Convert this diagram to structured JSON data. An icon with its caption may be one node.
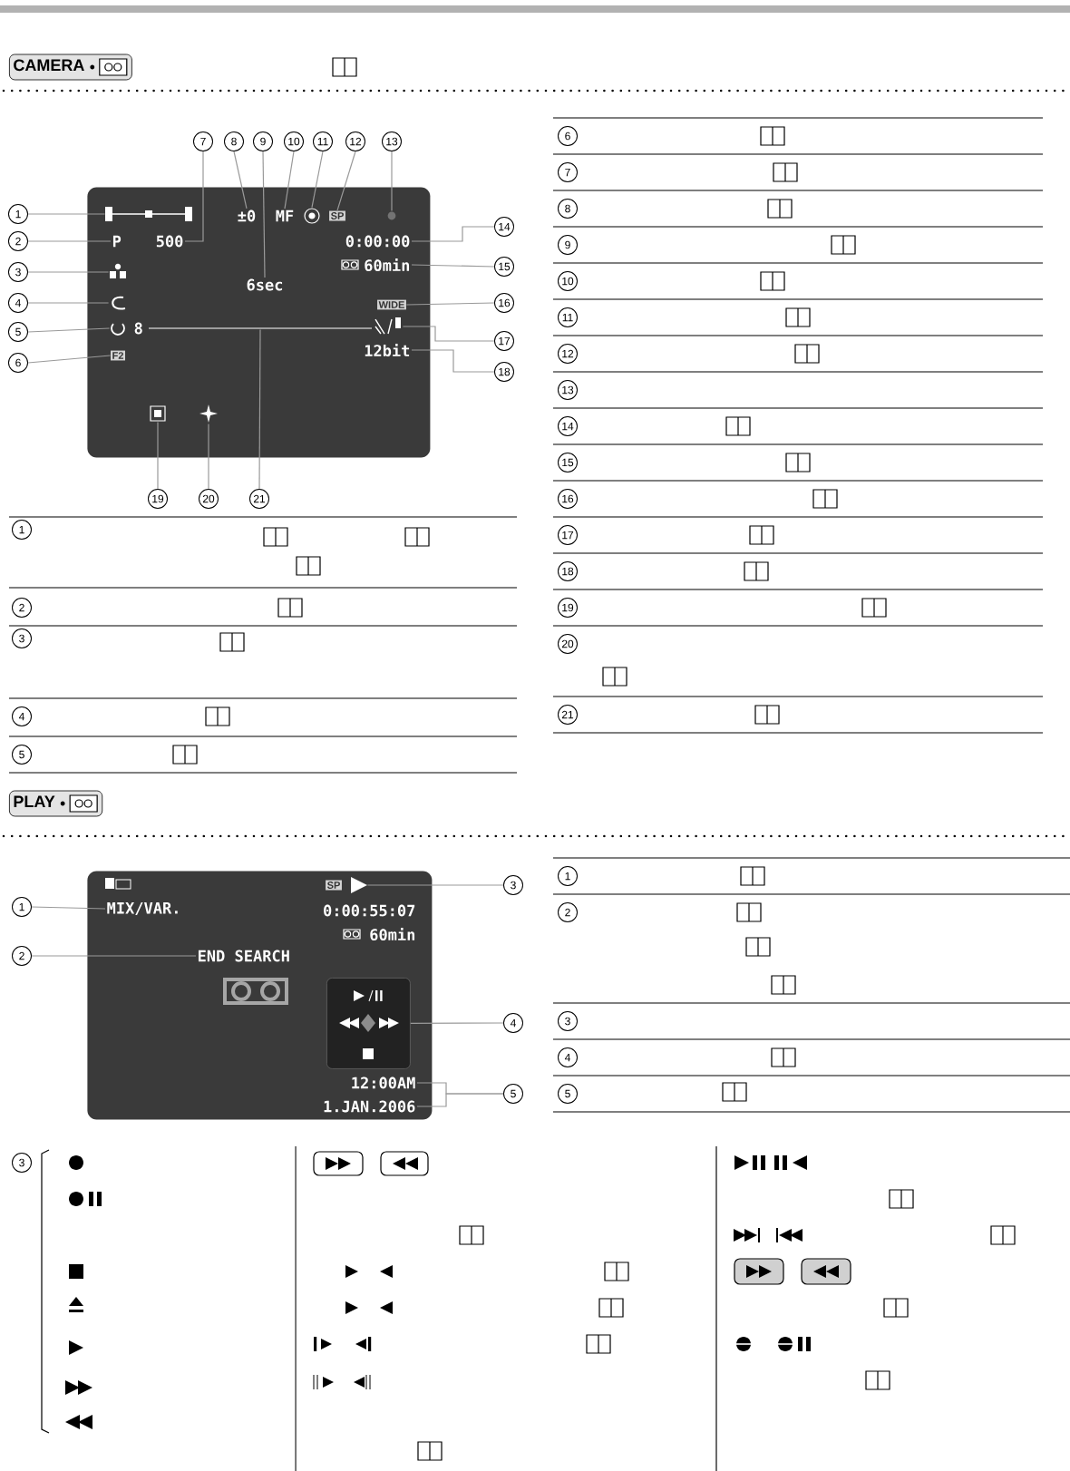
{
  "diagram": {
    "nodes": [
      {
        "text": [
          "CAMERA"
        ]
      },
      {
        "text": [],
        "shape": "box"
      },
      {
        "text": [
          "P"
        ],
        "in": 1
      },
      {
        "text": [
          "500"
        ],
        "in": 1
      },
      {
        "text": [
          "±0"
        ],
        "in": 1
      },
      {
        "text": [
          "MF"
        ],
        "in": 1
      },
      {
        "text": [
          "SP"
        ],
        "in": 1
      },
      {
        "text": [
          "6sec"
        ],
        "in": 1
      },
      {
        "text": [
          "0:00:00"
        ],
        "in": 1
      },
      {
        "text": [
          "60min"
        ],
        "in": 1
      },
      {
        "text": [
          "WIDE"
        ],
        "in": 1
      },
      {
        "text": [
          "8"
        ],
        "in": 1
      },
      {
        "text": [
          "12bit"
        ],
        "in": 1
      },
      {
        "text": [
          "F2"
        ],
        "in": 1
      },
      {
        "text": [
          "1"
        ]
      },
      {
        "text": [
          "2"
        ]
      },
      {
        "text": [
          "3"
        ]
      },
      {
        "text": [
          "4"
        ]
      },
      {
        "text": [
          "5"
        ]
      },
      {
        "text": [
          "6"
        ]
      },
      {
        "text": [
          "7"
        ]
      },
      {
        "text": [
          "8"
        ]
      },
      {
        "text": [
          "9"
        ]
      },
      {
        "text": [
          "10"
        ]
      },
      {
        "text": [
          "11"
        ]
      },
      {
        "text": [
          "12"
        ]
      },
      {
        "text": [
          "13"
        ]
      },
      {
        "text": [
          "14"
        ]
      },
      {
        "text": [
          "15"
        ]
      },
      {
        "text": [
          "16"
        ]
      },
      {
        "text": [
          "17"
        ]
      },
      {
        "text": [
          "18"
        ]
      },
      {
        "text": [
          "19"
        ]
      },
      {
        "text": [
          "20"
        ]
      },
      {
        "text": [
          "21"
        ]
      },
      {
        "text": [
          "PLAY"
        ]
      },
      {
        "text": [],
        "shape": "box"
      },
      {
        "text": [
          "SP"
        ],
        "in": 36
      },
      {
        "text": [
          "MIX/VAR."
        ],
        "in": 36
      },
      {
        "text": [
          "0:00:55:07"
        ],
        "in": 36
      },
      {
        "text": [
          "60min"
        ],
        "in": 36
      },
      {
        "text": [
          "END SEARCH"
        ],
        "in": 36
      },
      {
        "text": [],
        "shape": "box",
        "in": 36
      },
      {
        "text": [
          "12:00AM"
        ],
        "in": 36
      },
      {
        "text": [
          "1.JAN.2006"
        ],
        "in": 36
      },
      {
        "text": [
          "1"
        ]
      },
      {
        "text": [
          "2"
        ]
      },
      {
        "text": [
          "3"
        ]
      },
      {
        "text": [
          "4"
        ]
      },
      {
        "text": [
          "5"
        ]
      },
      {
        "text": [
          "1"
        ]
      },
      {
        "text": [
          "2"
        ]
      },
      {
        "text": [
          "3"
        ]
      },
      {
        "text": [
          "4"
        ]
      },
      {
        "text": [
          "5"
        ]
      },
      {
        "text": [
          "6"
        ]
      },
      {
        "text": [
          "7"
        ]
      },
      {
        "text": [
          "8"
        ]
      },
      {
        "text": [
          "9"
        ]
      },
      {
        "text": [
          "10"
        ]
      },
      {
        "text": [
          "11"
        ]
      },
      {
        "text": [
          "12"
        ]
      },
      {
        "text": [
          "13"
        ]
      },
      {
        "text": [
          "14"
        ]
      },
      {
        "text": [
          "15"
        ]
      },
      {
        "text": [
          "16"
        ]
      },
      {
        "text": [
          "17"
        ]
      },
      {
        "text": [
          "18"
        ]
      },
      {
        "text": [
          "19"
        ]
      },
      {
        "text": [
          "20"
        ]
      },
      {
        "text": [
          "21"
        ]
      },
      {
        "text": [
          "1"
        ]
      },
      {
        "text": [
          "2"
        ]
      },
      {
        "text": [
          "3"
        ]
      },
      {
        "text": [
          "4"
        ]
      },
      {
        "text": [
          "5"
        ]
      },
      {
        "text": [
          "3"
        ]
      },
      {
        "text": [],
        "shape": "picture",
        "in": 1
      },
      {
        "text": [],
        "shape": "picture",
        "in": 1
      },
      {
        "text": [],
        "shape": "picture",
        "in": 1
      },
      {
        "text": [],
        "shape": "picture",
        "in": 1
      },
      {
        "text": [],
        "shape": "picture",
        "in": 1
      },
      {
        "text": [],
        "shape": "circle",
        "in": 1
      },
      {
        "text": [],
        "shape": "picture",
        "in": 1
      },
      {
        "text": [],
        "shape": "picture",
        "in": 1
      },
      {
        "text": [],
        "shape": "picture",
        "in": 1
      },
      {
        "text": [],
        "shape": "bar",
        "in": 1
      },
      {
        "text": [],
        "shape": "picture",
        "in": 36
      }
    ],
    "edges": [
      {
        "from": 14,
        "to": 77,
        "arrow": "none"
      },
      {
        "from": 15,
        "to": 2,
        "arrow": "none"
      },
      {
        "from": 16,
        "to": 78,
        "arrow": "none"
      },
      {
        "from": 17,
        "to": 79,
        "arrow": "none"
      },
      {
        "from": 18,
        "to": 80,
        "arrow": "none"
      },
      {
        "from": 19,
        "to": 13,
        "arrow": "none"
      },
      {
        "from": 20,
        "to": 3,
        "arrow": "none"
      },
      {
        "from": 21,
        "to": 4,
        "arrow": "none"
      },
      {
        "from": 22,
        "to": 7,
        "arrow": "none"
      },
      {
        "from": 23,
        "to": 5,
        "arrow": "none"
      },
      {
        "from": 24,
        "to": 81,
        "arrow": "none"
      },
      {
        "from": 25,
        "to": 6,
        "arrow": "none"
      },
      {
        "from": 26,
        "to": 82,
        "arrow": "none"
      },
      {
        "from": 27,
        "to": 8,
        "arrow": "none"
      },
      {
        "from": 28,
        "to": 9,
        "arrow": "none"
      },
      {
        "from": 29,
        "to": 10,
        "arrow": "none"
      },
      {
        "from": 30,
        "to": 83,
        "arrow": "none"
      },
      {
        "from": 31,
        "to": 12,
        "arrow": "none"
      },
      {
        "from": 32,
        "to": 84,
        "arrow": "none"
      },
      {
        "from": 33,
        "to": 85,
        "arrow": "none"
      },
      {
        "from": 34,
        "to": 86,
        "arrow": "none"
      },
      {
        "from": 45,
        "to": 38,
        "arrow": "none"
      },
      {
        "from": 46,
        "to": 41,
        "arrow": "none"
      },
      {
        "from": 47,
        "to": 87,
        "arrow": "none"
      },
      {
        "from": 48,
        "to": 42,
        "arrow": "none"
      },
      {
        "from": 49,
        "to": 43,
        "arrow": "none"
      },
      {
        "from": 49,
        "to": 44,
        "arrow": "none"
      }
    ]
  }
}
